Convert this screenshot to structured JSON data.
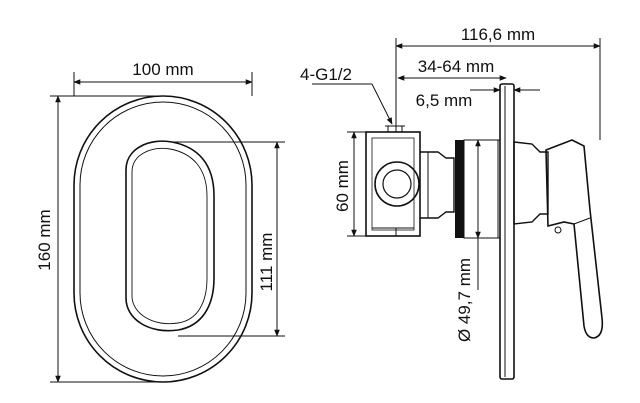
{
  "drawing": {
    "front_view": {
      "width_label": "100 mm",
      "height_label": "160 mm",
      "lever_height_label": "111 mm"
    },
    "side_view": {
      "total_depth_label": "116,6 mm",
      "wall_depth_label": "34-64 mm",
      "plate_thickness_label": "6,5 mm",
      "thread_label": "4-G1/2",
      "body_height_label": "60 mm",
      "diameter_label": "Ø 49,7 mm"
    }
  }
}
